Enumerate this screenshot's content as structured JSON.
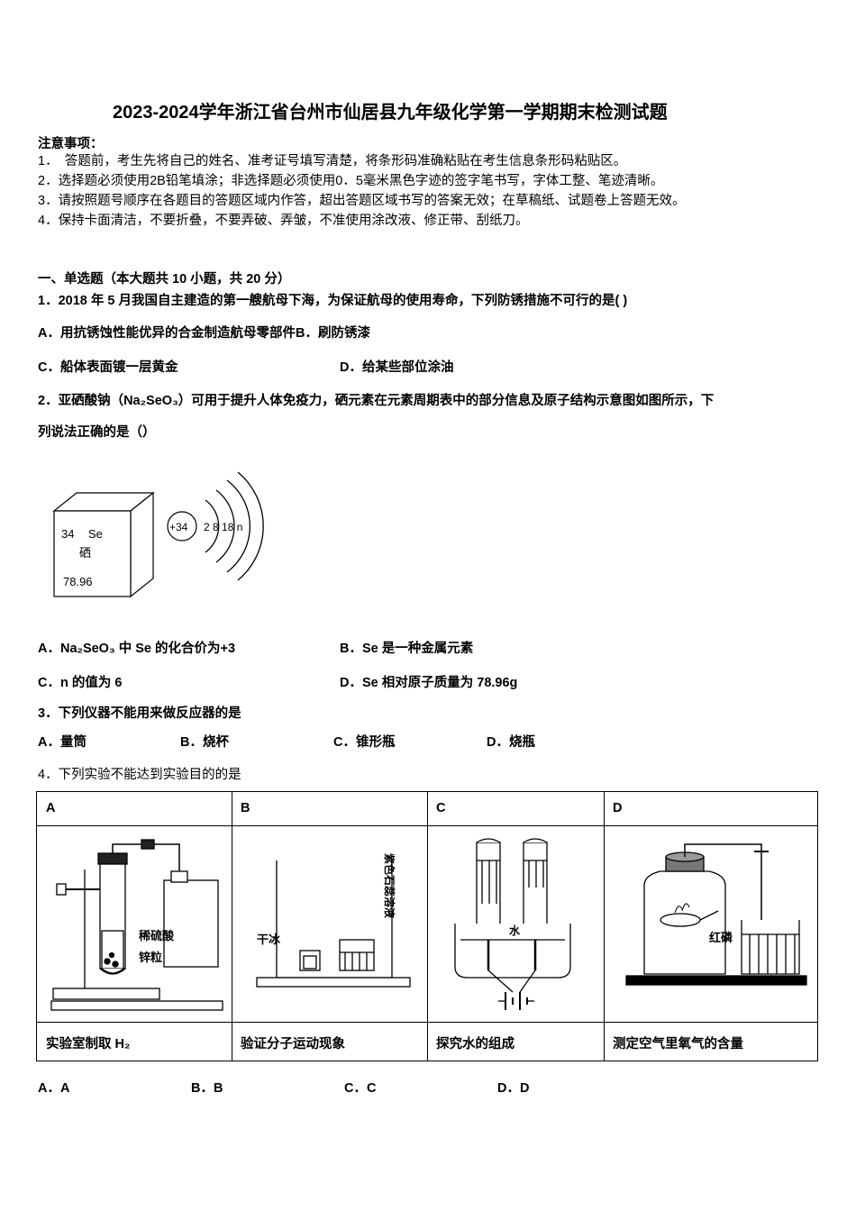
{
  "document": {
    "title": "2023-2024学年浙江省台州市仙居县九年级化学第一学期期末检测试题",
    "notice_heading": "注意事项：",
    "notices": [
      "1．　答题前，考生先将自己的姓名、准考证号填写清楚，将条形码准确粘贴在考生信息条形码粘贴区。",
      "2．选择题必须使用2B铅笔填涂；非选择题必须使用0．5毫米黑色字迹的签字笔书写，字体工整、笔迹清晰。",
      "3．请按照题号顺序在各题目的答题区域内作答，超出答题区域书写的答案无效；在草稿纸、试题卷上答题无效。",
      "4．保持卡面清洁，不要折叠，不要弄破、弄皱，不准使用涂改液、修正带、刮纸刀。"
    ],
    "section_heading": "一、单选题（本大题共 10 小题，共 20 分）",
    "questions": [
      {
        "number": "1．",
        "text": "2018 年 5 月我国自主建造的第一艘航母下海，为保证航母的使用寿命，下列防锈措施不可行的是(    )",
        "options": [
          "A．用抗锈蚀性能优异的合金制造航母零部件B．刷防锈漆",
          "C．船体表面镀一层黄金",
          "D．给某些部位涂油"
        ]
      },
      {
        "number": "2．",
        "text_line1": "亚硒酸钠（Na₂SeO₃）可用于提升人体免疫力，硒元素在元素周期表中的部分信息及原子结构示意图如图所示，下",
        "text_line2": "列说法正确的是（）",
        "options": [
          "A．Na₂SeO₃ 中 Se 的化合价为+3",
          "B．Se 是一种金属元素",
          "C．n 的值为 6",
          "D．Se 相对原子质量为 78.96g"
        ],
        "diagram": {
          "element_number": "34",
          "element_symbol": "Se",
          "element_name": "硒",
          "atomic_mass": "78.96",
          "nucleus_charge": "+34",
          "shell_electrons": "2 8 18 n"
        }
      },
      {
        "number": "3．",
        "text": "下列仪器不能用来做反应器的是",
        "options": [
          "A．量筒",
          "B．烧杯",
          "C．锥形瓶",
          "D．烧瓶"
        ]
      },
      {
        "number": "4．",
        "text": "下列实验不能达到实验目的的是",
        "table": {
          "headers": [
            "A",
            "B",
            "C",
            "D"
          ],
          "captions": [
            "实验室制取 H₂",
            "验证分子运动现象",
            "探究水的组成",
            "测定空气里氧气的含量"
          ],
          "labels": {
            "a_label1": "稀硫酸",
            "a_label2": "锌粒",
            "b_label1": "干冰",
            "b_label2": "紫色石蕊溶液",
            "c_label1": "水",
            "d_label1": "红磷"
          }
        },
        "answers": [
          "A．A",
          "B．B",
          "C．C",
          "D．D"
        ]
      }
    ]
  }
}
